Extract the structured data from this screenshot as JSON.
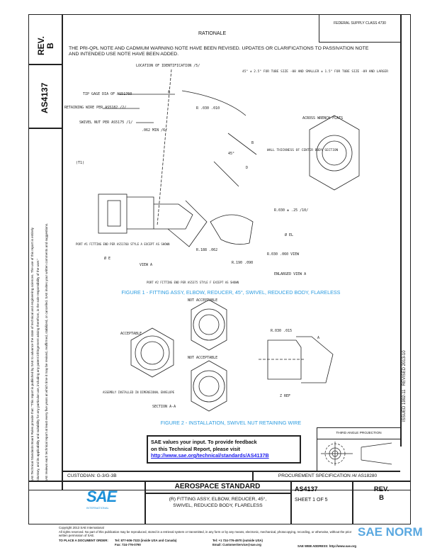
{
  "sidebar": {
    "rev_label": "REV.",
    "rev_value": "B",
    "doc_number": "AS4137",
    "disclaimer_1": "SAE Technical Standards Board Rules provide that: \"This report is published by SAE to advance the state of technical and engineering sciences. The use of this report is entirely",
    "disclaimer_2": "voluntary, and its applicability and suitability for any particular use, including any patent infringement arising therefrom, is the sole responsibility of the user.\"",
    "disclaimer_3": "SAE reviews each technical report at least every five years at which time it may be revised, reaffirmed, stabilized, or cancelled. SAE invites your written comments and suggestions."
  },
  "right_margin": {
    "issued": "ISSUED 1992-11",
    "revised": "REVISED 2013-10"
  },
  "header": {
    "federal_supply_class": "FEDERAL SUPPLY CLASS 4730",
    "rationale_title": "RATIONALE",
    "rationale_text": "THE PRI-QPL NOTE AND CADMIUM WARNING NOTE HAVE BEEN REVISED. UPDATES OR CLARIFICATIONS TO PASSIVATION NOTE AND INTENDED USE NOTE HAVE BEEN ADDED."
  },
  "figure1": {
    "caption": "FIGURE 1 - FITTING ASSY, ELBOW, REDUCER, 45°, SWIVEL, REDUCED BODY, FLARELESS",
    "labels": {
      "location_id": "LOCATION OF IDENTIFICATION /5/",
      "angle_note": "45° ± 2.5° FOR TUBE SIZE -08 AND SMALLER ± 1.5° FOR TUBE SIZE -09 AND LARGER",
      "tip_gage": "TIP GAGE DIA OF AS51760",
      "retaining_wire": "RETAINING WIRE PER AS5182 /2/",
      "swivel_nut": "SWIVEL NUT PER AS5175 /1/",
      "min_dim": ".062 MIN /6/",
      "radius": "R .030 .010",
      "across_wrench": "ACROSS WRENCH FLATS",
      "wall_thickness": "WALL THICKNESS OF CENTER BODY SECTION",
      "port1": "PORT #1 FITTING END PER AS51760 STYLE A EXCEPT AS SHOWN",
      "port2": "PORT #2 FITTING END PER AS5375 STYLE F EXCEPT AS SHOWN",
      "t1": "(T1)",
      "dia_e": "Ø E",
      "view_a": "VIEW A",
      "enlarged_view": "ENLARGED VIEW A",
      "dim_a": "A",
      "dim_b": "B",
      "dim_d": "D",
      "angle": "45°",
      "r_cont": "R.030 ± .25 /10/",
      "dia_el": "Ø EL",
      "r1": "R.190 .090",
      "r2": "R.030 .060 VIEW",
      "r3": "R.188 .062"
    }
  },
  "figure2": {
    "caption": "FIGURE 2 - INSTALLATION, SWIVEL NUT RETAINING WIRE",
    "labels": {
      "not_acceptable_1": "NOT ACCEPTABLE",
      "not_acceptable_2": "NOT ACCEPTABLE",
      "acceptable": "ACCEPTABLE",
      "wire_note": "ASSEMBLY INSTALLED IN DIMENSIONAL ENVELOPE",
      "section": "SECTION A-A",
      "radius": "R.030 .015",
      "section_mark_a": "A",
      "z_ref": "Z REF"
    }
  },
  "feedback": {
    "line1": "SAE values your input. To provide feedback",
    "line2": "on this Technical Report, please visit",
    "link": "http://www.sae.org/technical/standards/AS4137B"
  },
  "projection": {
    "title": "THIRD ANGLE PROJECTION"
  },
  "title_block": {
    "custodian": "CUSTODIAN: G-3/G-3B",
    "procurement": "PROCUREMENT SPECIFICATION /4/ AS18280",
    "logo": "SAE",
    "logo_sub": "INTERNATIONAL",
    "standard": "AEROSPACE STANDARD",
    "title": "(R) FITTING ASSY, ELBOW, REDUCER, 45°, SWIVEL, REDUCED BODY, FLARELESS",
    "doc_number": "AS4137",
    "sheet": "SHEET 1 OF 5",
    "rev_label": "REV.",
    "rev_value": "B"
  },
  "footer": {
    "copyright": "Copyright 2013 SAE International",
    "rights": "All rights reserved. No part of this publication may be reproduced, stored in a retrieval system or transmitted, in any form or by any means, electronic, mechanical, photocopying, recording, or otherwise, without the prior written permission of SAE.",
    "order_label": "TO PLACE A DOCUMENT ORDER:",
    "tel": "Tel: 877-606-7323 (inside USA and Canada)",
    "fax": "Fax: 724-776-0790",
    "tel_intl": "Tel: +1 724-776-4970 (outside USA)",
    "email": "Email: CustomerService@sae.org",
    "web": "SAE WEB ADDRESS: http://www.sae.org"
  },
  "watermark": {
    "text": "SAE NORM"
  },
  "colors": {
    "caption": "#2a9be0",
    "logo": "#1a8fd8",
    "link": "#1a1aee"
  }
}
